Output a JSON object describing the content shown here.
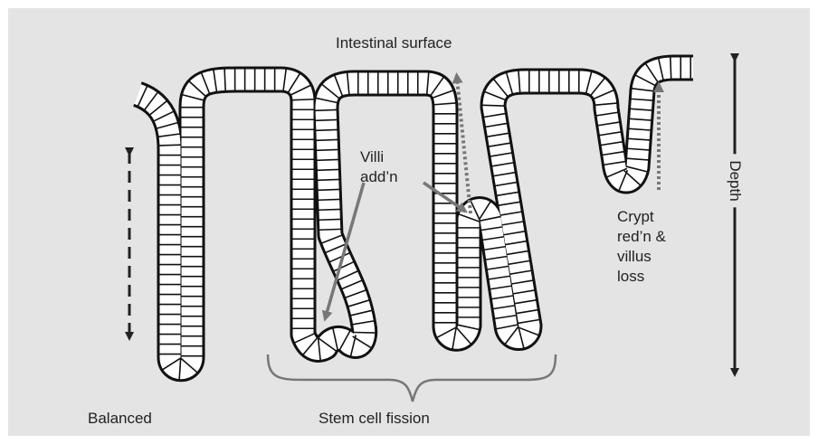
{
  "labels": {
    "surface": "Intestinal surface",
    "villi_addition": "Villi\nadd’n",
    "crypt_reduction": "Crypt\nred’n &\nvillus\nloss",
    "depth": "Depth",
    "balanced": "Balanced",
    "fission": "Stem cell fission"
  },
  "colors": {
    "background": "#e4e4e4",
    "epithelium_line": "#111111",
    "cell_fill": "#ffffff",
    "grey_arrow": "#777777",
    "black_arrow": "#222222"
  }
}
